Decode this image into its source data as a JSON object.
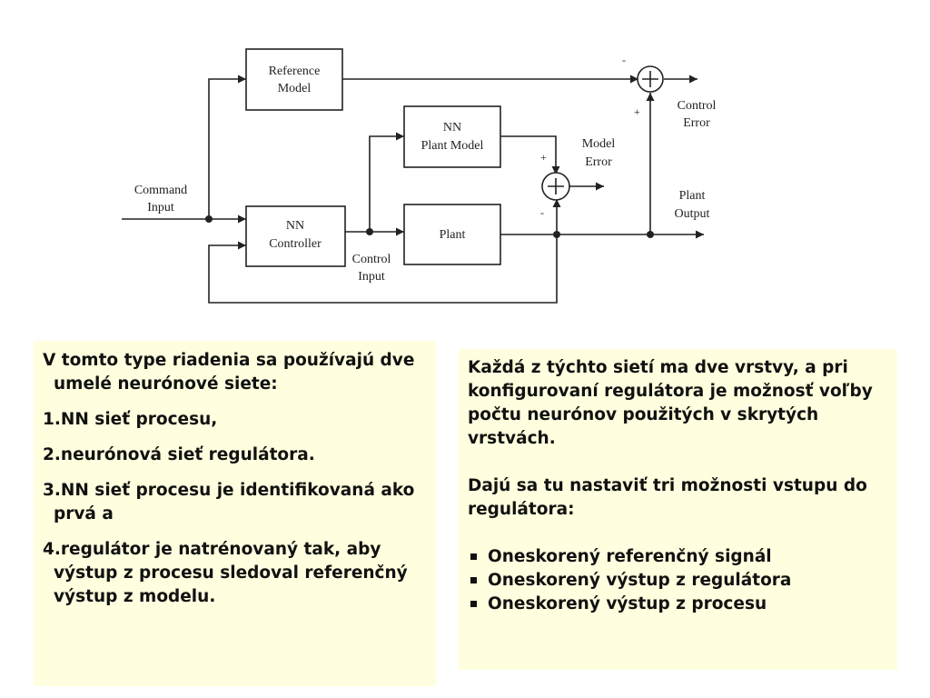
{
  "diagram": {
    "blocks": {
      "reference_model": [
        "Reference",
        "Model"
      ],
      "nn_plant_model": [
        "NN",
        "Plant Model"
      ],
      "nn_controller": [
        "NN",
        "Controller"
      ],
      "plant": "Plant"
    },
    "signals": {
      "command_input": [
        "Command",
        "Input"
      ],
      "control_error": [
        "Control",
        "Error"
      ],
      "model_error": [
        "Model",
        "Error"
      ],
      "plant_output": [
        "Plant",
        "Output"
      ],
      "control_input": [
        "Control",
        "Input"
      ]
    },
    "signs": {
      "minus": "-",
      "plus": "+"
    }
  },
  "left_box": {
    "intro": "V tomto type riadenia sa používajú dve umelé neurónové siete:",
    "items": [
      "1.NN sieť procesu,",
      "2.neurónová sieť regulátora.",
      "3.NN sieť procesu je identifikovaná ako prvá a",
      "4.regulátor je natrénovaný tak, aby výstup z procesu sledoval referenčný výstup z modelu."
    ]
  },
  "right_box": {
    "para1": "Každá z týchto sietí ma dve vrstvy, a pri konfigurovaní regulátora je možnosť voľby počtu neurónov použitých v skrytých vrstvách.",
    "para2": "Dajú sa tu nastaviť tri možnosti vstupu do regulátora:",
    "bullets": [
      "Oneskorený referenčný signál",
      "Oneskorený výstup z regulátora",
      "Oneskorený výstup z procesu"
    ]
  }
}
